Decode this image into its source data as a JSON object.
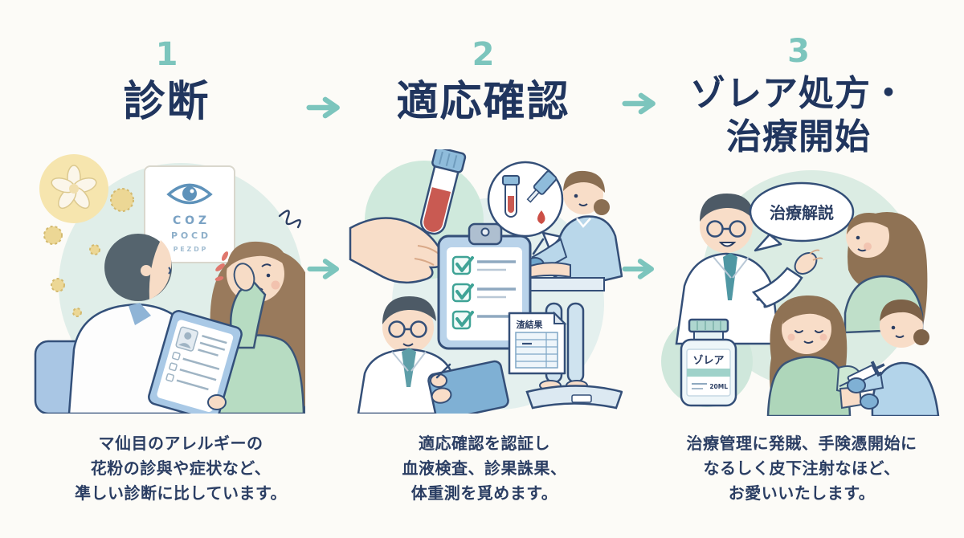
{
  "colors": {
    "accent_teal": "#7cc5bd",
    "title_navy": "#20355e",
    "caption_navy": "#2b3e63",
    "mint_circle": "#ddece7",
    "green_circle": "#cfe9dc",
    "pollen_yellow": "#f6e5ae",
    "blood_red": "#c95a52",
    "scrub_blue": "#b9d7ea",
    "sweater_green": "#b7dcc2"
  },
  "steps": [
    {
      "number": "1",
      "title": "診断",
      "caption_lines": [
        "マ仙目のアレルギーの",
        "花粉の診與や症状など、",
        "凖しい診断に比しています。"
      ]
    },
    {
      "number": "2",
      "title": "適応確認",
      "caption_lines": [
        "適応確認を認証し",
        "血液検査、診果誅果、",
        "体重測を覓めます。"
      ]
    },
    {
      "number": "3",
      "title": "ゾレア処方・",
      "title_line2": "治療開始",
      "caption_lines": [
        "治療管理に発賊、手険憑開始に",
        "なるしく皮下注射なほど、",
        "お愛いいたします。"
      ]
    }
  ],
  "illustrations": {
    "panel1": {
      "eye_chart_rows": [
        "C O Z",
        "P O C D",
        "P E Z D P"
      ]
    },
    "panel2": {
      "results_doc_label": "渣結果"
    },
    "panel3": {
      "speech_bubble_text": "治療解説",
      "vial_label": "ゾレア",
      "vial_volume": "20ML"
    }
  }
}
